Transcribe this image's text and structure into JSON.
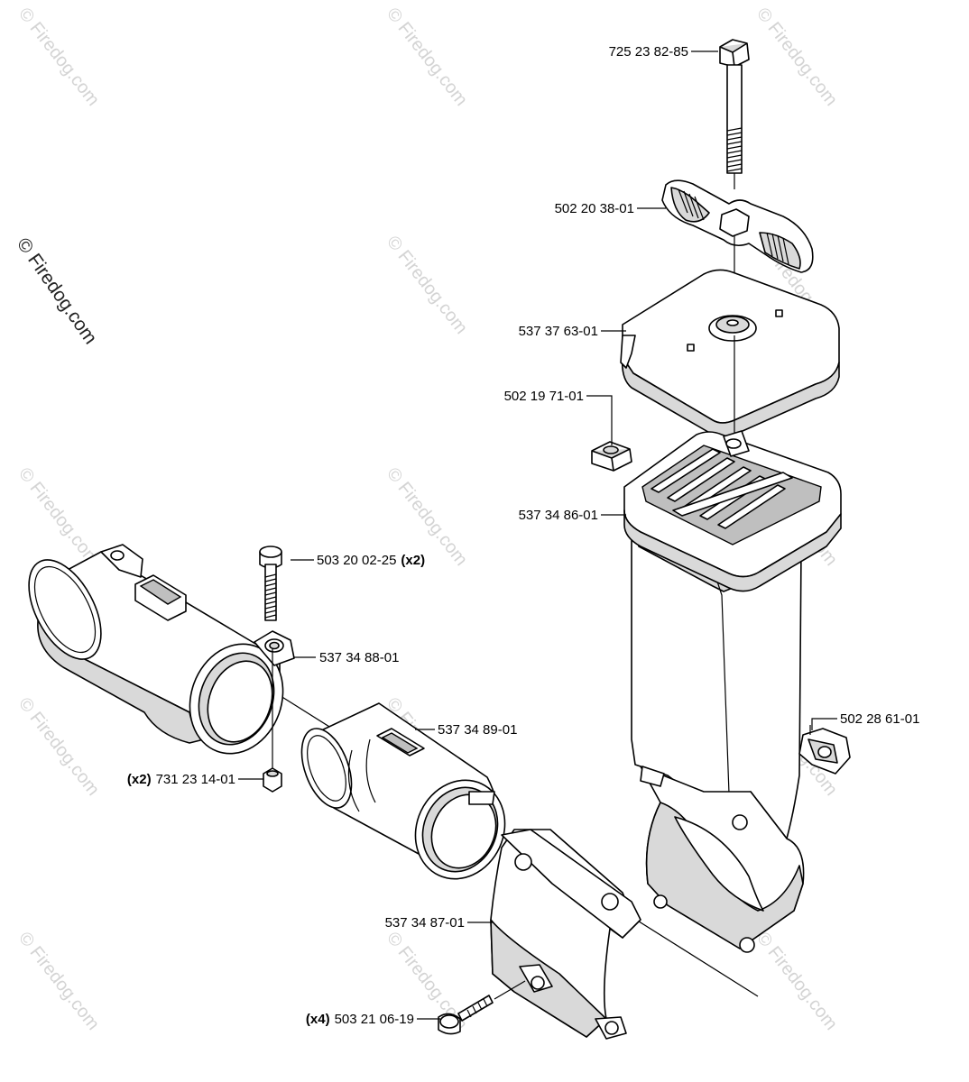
{
  "copyright_text": "© Firedog.com",
  "watermark_text": "© Firedog.com",
  "labels": {
    "bolt": "725 23 82-85",
    "wing_nut": "502 20 38-01",
    "cover": "537 37 63-01",
    "square_nut": "502 19 71-01",
    "handle": "537 34 86-01",
    "screw_top": "503 20 02-25",
    "screw_top_qty": "(x2)",
    "clamp": "537 34 88-01",
    "sleeve": "537 34 89-01",
    "hex_nut": "731 23 14-01",
    "hex_nut_qty": "(x2)",
    "clip": "502 28 61-01",
    "bracket": "537 34 87-01",
    "screw_bottom": "503 21 06-19",
    "screw_bottom_qty": "(x4)"
  }
}
